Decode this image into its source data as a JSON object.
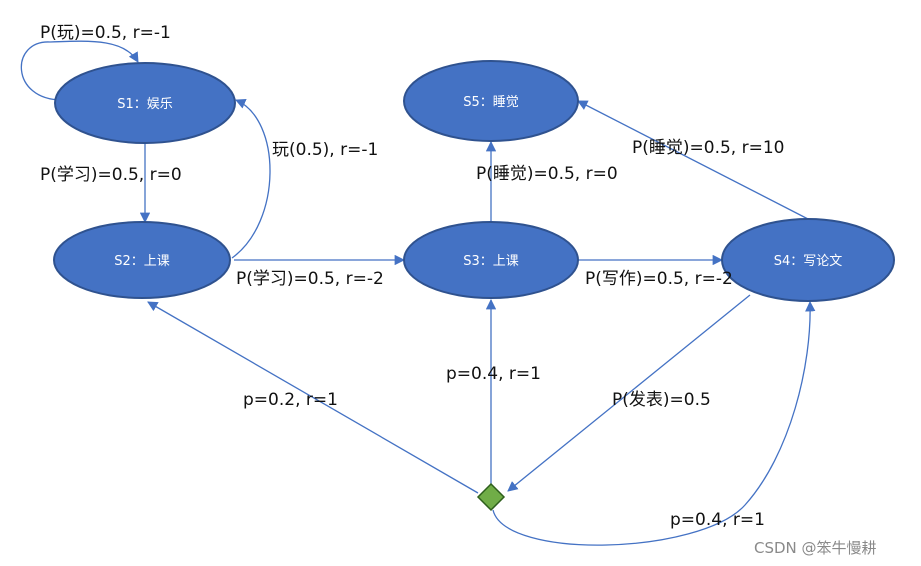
{
  "colors": {
    "node_fill": "#4472c4",
    "node_stroke": "#2f528f",
    "edge": "#4472c4",
    "decision_fill": "#70ad47",
    "decision_stroke": "#2e5f1c",
    "label_text": "#111111",
    "watermark_text": "#8a8a8a"
  },
  "nodes": {
    "s1": "S1：娱乐",
    "s2": "S2：上课",
    "s3": "S3：上课",
    "s4": "S4：写论文",
    "s5": "S5：睡觉"
  },
  "edges": {
    "s1_loop": "P(玩)=0.5, r=-1",
    "s1_to_s2": "P(学习)=0.5, r=0",
    "s2_to_s1": "玩(0.5), r=-1",
    "s2_to_s3": "P(学习)=0.5, r=-2",
    "s3_to_s5": "P(睡觉)=0.5, r=0",
    "s3_to_s4": "P(写作)=0.5, r=-2",
    "s4_to_s5": "P(睡觉)=0.5, r=10",
    "s4_to_decision": "P(发表)=0.5",
    "decision_to_s2": "p=0.2, r=1",
    "decision_to_s3": "p=0.4, r=1",
    "decision_to_s4": "p=0.4, r=1"
  },
  "watermark": "CSDN @笨牛慢耕"
}
